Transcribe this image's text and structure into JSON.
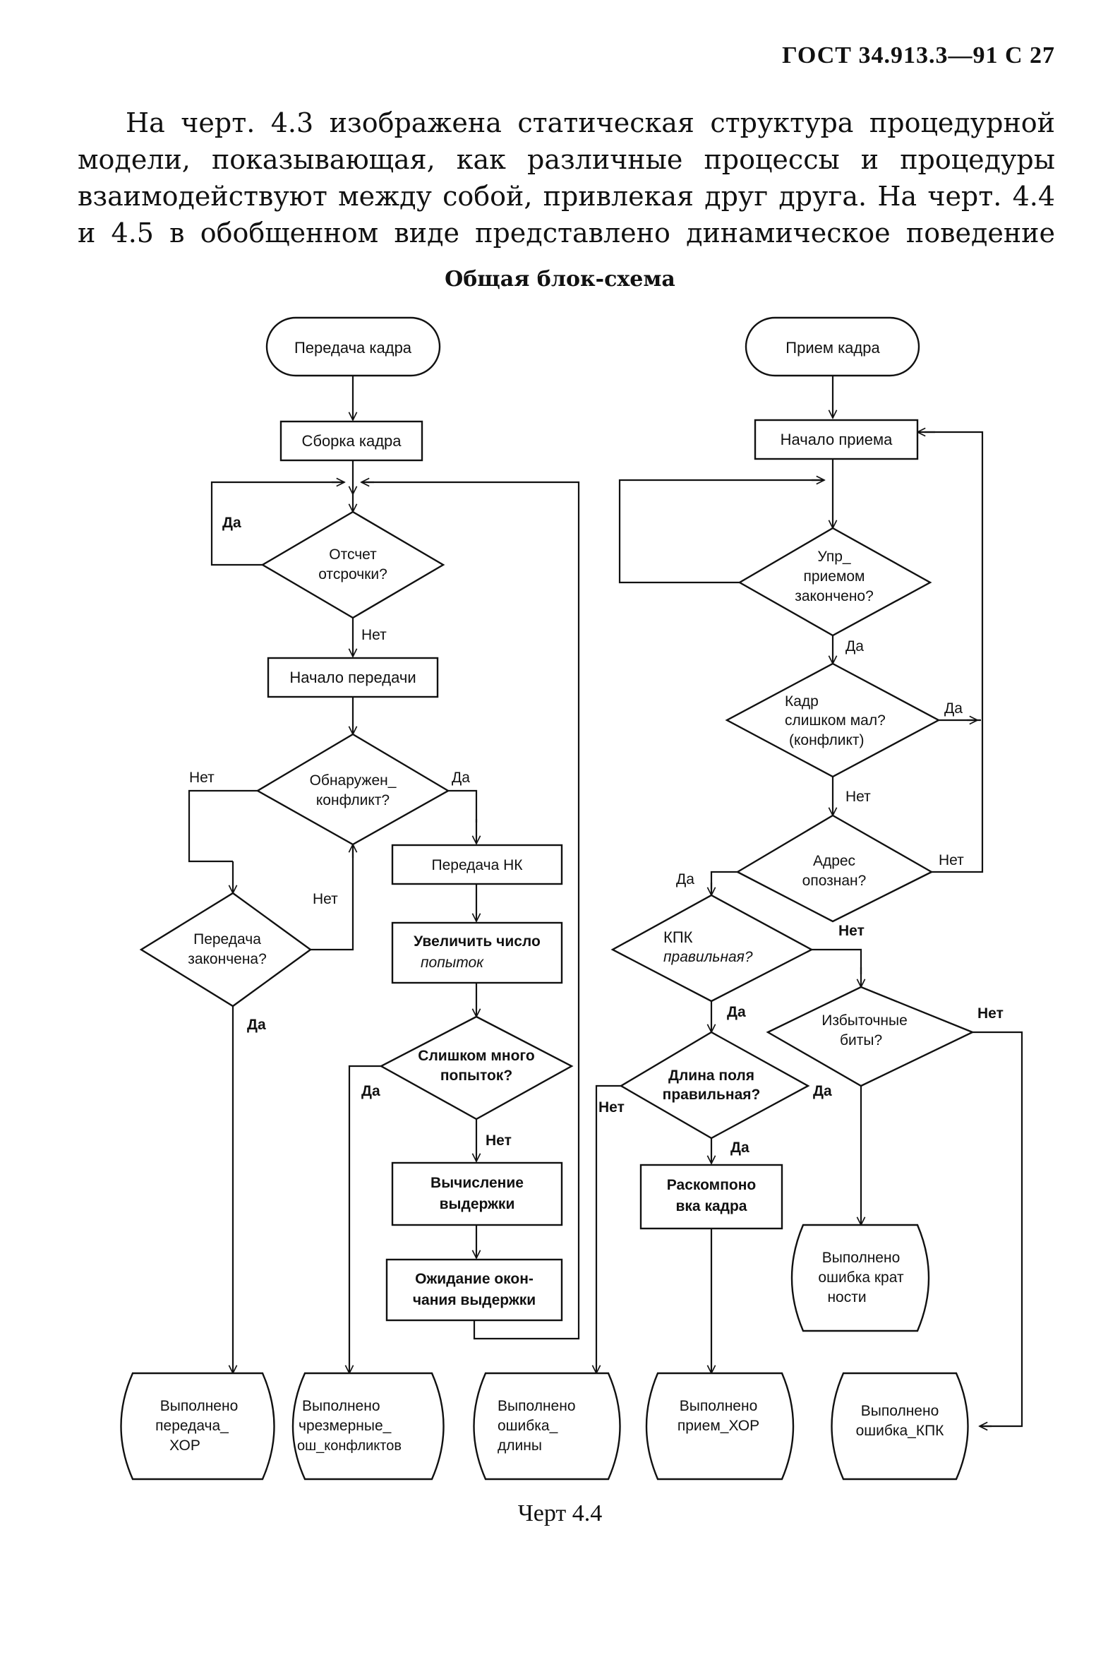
{
  "header": {
    "code": "ГОСТ 34.913.3—91 С 27"
  },
  "paragraph": [
    "На черт. 4.3 изображена статическая структура процедурной",
    "модели, показывающая, как различные процессы и процедуры",
    "взаимодействуют между собой, привлекая друг друга. На черт. 4.4",
    "и 4.5 в обобщенном виде представлено динамическое поведение"
  ],
  "diagram": {
    "title": "Общая блок-схема",
    "caption": "Черт 4.4",
    "nodes": {
      "start_tx": [
        "Передача кадра"
      ],
      "assemble": [
        "Сборка кадра"
      ],
      "backoff_q": [
        "Отсчет",
        "отсрочки?"
      ],
      "tx_start": [
        "Начало передачи"
      ],
      "collision_q": [
        "Обнаружен_",
        "конфликт?"
      ],
      "tx_done_q": [
        "Передача",
        "закончена?"
      ],
      "send_nk": [
        "Передача НК"
      ],
      "inc_attempts": [
        "Увеличить число",
        "попыток"
      ],
      "too_many_q": [
        "Слишком много",
        "попыток?"
      ],
      "calc_delay": [
        "Вычисление",
        "выдержки"
      ],
      "wait_delay": [
        "Ожидание окон-",
        "чания выдержки"
      ],
      "done_tx_ok": [
        "Выполнено",
        "передача_",
        "ХОР"
      ],
      "done_excess": [
        "Выполнено",
        "чрезмерные_",
        "ош_конфликтов"
      ],
      "done_len_err": [
        "Выполнено",
        "ошибка_",
        "длины"
      ],
      "done_rx_ok": [
        "Выполнено",
        "прием_ХОР"
      ],
      "done_crc_err": [
        "Выполнено",
        "ошибка_КПК"
      ],
      "start_rx": [
        "Прием кадра"
      ],
      "rx_begin": [
        "Начало приема"
      ],
      "rx_ctrl_q": [
        "Упр_",
        "приемом",
        "закончено?"
      ],
      "too_small_q": [
        "Кадр",
        "слишком мал?",
        "(конфликт)"
      ],
      "addr_q": [
        "Адрес",
        "опознан?"
      ],
      "crc_q": [
        "КПК",
        "правильная?"
      ],
      "extra_bits_q": [
        "Избыточные",
        "биты?"
      ],
      "len_ok_q": [
        "Длина поля",
        "правильная?"
      ],
      "unpack": [
        "Раскомпоно",
        "вка кадра"
      ],
      "done_align": [
        "Выполнено",
        "ошибка крат",
        "ности"
      ]
    },
    "labels": {
      "yes": "Да",
      "no": "Нет"
    }
  }
}
